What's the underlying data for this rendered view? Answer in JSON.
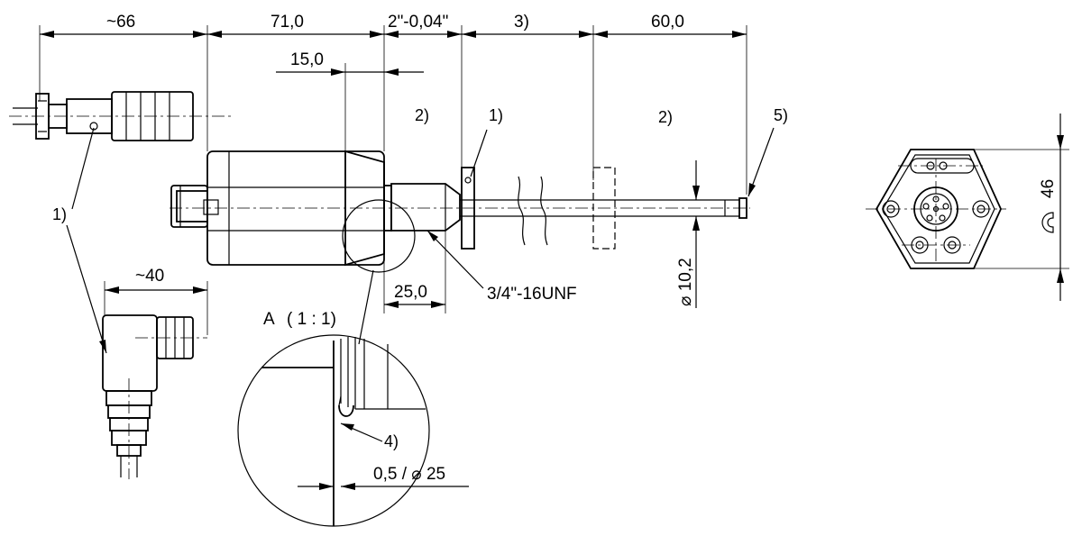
{
  "dimensions": {
    "connector_straight_length": "~66",
    "housing_length": "71,0",
    "thread_length": "2\"-0,04\"",
    "stroke_note": "3)",
    "rod_end_length": "60,0",
    "flange_offset": "15,0",
    "hex_length": "25,0",
    "connector_angled_length": "~40",
    "rod_diameter": "10,2",
    "width_across_flats": "46",
    "seal_spec": "0,5 / ",
    "seal_diameter": "25",
    "thread_spec": "3/4\"-16UNF"
  },
  "symbols": {
    "diameter": "⌀"
  },
  "callouts": {
    "c1_connector": "1)",
    "c1_magnet": "1)",
    "c2_left": "2)",
    "c2_right": "2)",
    "c4": "4)",
    "c5": "5)"
  },
  "detail": {
    "label": "A",
    "scale": "( 1 : 1)"
  }
}
